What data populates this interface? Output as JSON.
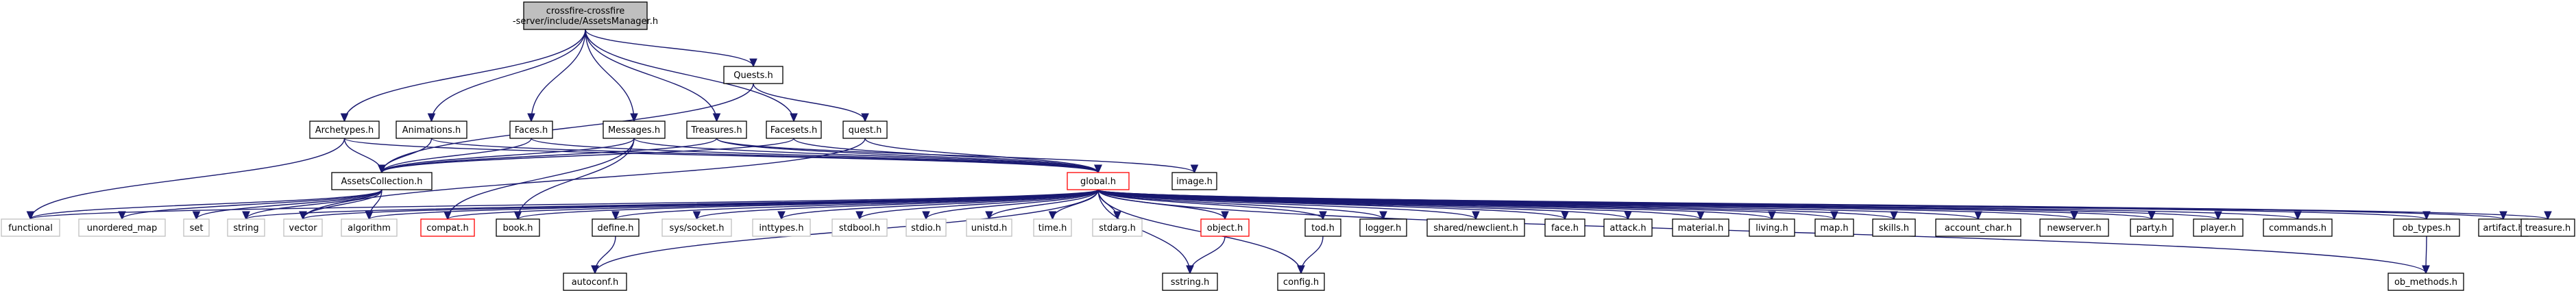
{
  "graph": {
    "nodes": [
      {
        "id": "root",
        "label": [
          "crossfire-crossfire",
          "-server/include/AssetsManager.h"
        ],
        "style": "root"
      },
      {
        "id": "quests",
        "label": [
          "Quests.h"
        ],
        "style": "normal"
      },
      {
        "id": "archetypes",
        "label": [
          "Archetypes.h"
        ],
        "style": "normal"
      },
      {
        "id": "animations",
        "label": [
          "Animations.h"
        ],
        "style": "normal"
      },
      {
        "id": "faces",
        "label": [
          "Faces.h"
        ],
        "style": "normal"
      },
      {
        "id": "messages",
        "label": [
          "Messages.h"
        ],
        "style": "normal"
      },
      {
        "id": "treasures",
        "label": [
          "Treasures.h"
        ],
        "style": "normal"
      },
      {
        "id": "facesets",
        "label": [
          "Facesets.h"
        ],
        "style": "normal"
      },
      {
        "id": "quest",
        "label": [
          "quest.h"
        ],
        "style": "normal"
      },
      {
        "id": "image",
        "label": [
          "image.h"
        ],
        "style": "normal"
      },
      {
        "id": "assetscollection",
        "label": [
          "AssetsCollection.h"
        ],
        "style": "normal"
      },
      {
        "id": "global",
        "label": [
          "global.h"
        ],
        "style": "red"
      },
      {
        "id": "functional",
        "label": [
          "functional"
        ],
        "style": "system"
      },
      {
        "id": "unordered_map",
        "label": [
          "unordered_map"
        ],
        "style": "system"
      },
      {
        "id": "set",
        "label": [
          "set"
        ],
        "style": "system"
      },
      {
        "id": "string",
        "label": [
          "string"
        ],
        "style": "system"
      },
      {
        "id": "vector",
        "label": [
          "vector"
        ],
        "style": "system"
      },
      {
        "id": "algorithm",
        "label": [
          "algorithm"
        ],
        "style": "system"
      },
      {
        "id": "compat",
        "label": [
          "compat.h"
        ],
        "style": "red"
      },
      {
        "id": "book",
        "label": [
          "book.h"
        ],
        "style": "normal"
      },
      {
        "id": "define",
        "label": [
          "define.h"
        ],
        "style": "normal"
      },
      {
        "id": "syssocket",
        "label": [
          "sys/socket.h"
        ],
        "style": "system"
      },
      {
        "id": "inttypes",
        "label": [
          "inttypes.h"
        ],
        "style": "system"
      },
      {
        "id": "stdbool",
        "label": [
          "stdbool.h"
        ],
        "style": "system"
      },
      {
        "id": "stdio",
        "label": [
          "stdio.h"
        ],
        "style": "system"
      },
      {
        "id": "unistd",
        "label": [
          "unistd.h"
        ],
        "style": "system"
      },
      {
        "id": "time",
        "label": [
          "time.h"
        ],
        "style": "system"
      },
      {
        "id": "stdarg",
        "label": [
          "stdarg.h"
        ],
        "style": "system"
      },
      {
        "id": "object",
        "label": [
          "object.h"
        ],
        "style": "red"
      },
      {
        "id": "tod",
        "label": [
          "tod.h"
        ],
        "style": "normal"
      },
      {
        "id": "logger",
        "label": [
          "logger.h"
        ],
        "style": "normal"
      },
      {
        "id": "newclient",
        "label": [
          "shared/newclient.h"
        ],
        "style": "normal"
      },
      {
        "id": "face",
        "label": [
          "face.h"
        ],
        "style": "normal"
      },
      {
        "id": "attack",
        "label": [
          "attack.h"
        ],
        "style": "normal"
      },
      {
        "id": "material",
        "label": [
          "material.h"
        ],
        "style": "normal"
      },
      {
        "id": "living",
        "label": [
          "living.h"
        ],
        "style": "normal"
      },
      {
        "id": "map",
        "label": [
          "map.h"
        ],
        "style": "normal"
      },
      {
        "id": "skills",
        "label": [
          "skills.h"
        ],
        "style": "normal"
      },
      {
        "id": "account_char",
        "label": [
          "account_char.h"
        ],
        "style": "normal"
      },
      {
        "id": "newserver",
        "label": [
          "newserver.h"
        ],
        "style": "normal"
      },
      {
        "id": "party",
        "label": [
          "party.h"
        ],
        "style": "normal"
      },
      {
        "id": "player",
        "label": [
          "player.h"
        ],
        "style": "normal"
      },
      {
        "id": "commands",
        "label": [
          "commands.h"
        ],
        "style": "normal"
      },
      {
        "id": "ob_types",
        "label": [
          "ob_types.h"
        ],
        "style": "normal"
      },
      {
        "id": "artifact",
        "label": [
          "artifact.h"
        ],
        "style": "normal"
      },
      {
        "id": "treasure",
        "label": [
          "treasure.h"
        ],
        "style": "normal"
      },
      {
        "id": "autoconf",
        "label": [
          "autoconf.h"
        ],
        "style": "normal"
      },
      {
        "id": "sstring",
        "label": [
          "sstring.h"
        ],
        "style": "normal"
      },
      {
        "id": "config",
        "label": [
          "config.h"
        ],
        "style": "normal"
      },
      {
        "id": "ob_methods",
        "label": [
          "ob_methods.h"
        ],
        "style": "normal"
      }
    ],
    "edges": [
      [
        "root",
        "quests"
      ],
      [
        "root",
        "archetypes"
      ],
      [
        "root",
        "animations"
      ],
      [
        "root",
        "faces"
      ],
      [
        "root",
        "messages"
      ],
      [
        "root",
        "treasures"
      ],
      [
        "root",
        "facesets"
      ],
      [
        "quests",
        "quest"
      ],
      [
        "quests",
        "assetscollection"
      ],
      [
        "archetypes",
        "assetscollection"
      ],
      [
        "archetypes",
        "global"
      ],
      [
        "archetypes",
        "functional"
      ],
      [
        "animations",
        "assetscollection"
      ],
      [
        "animations",
        "global"
      ],
      [
        "faces",
        "assetscollection"
      ],
      [
        "faces",
        "global"
      ],
      [
        "messages",
        "assetscollection"
      ],
      [
        "messages",
        "global"
      ],
      [
        "messages",
        "compat"
      ],
      [
        "messages",
        "book"
      ],
      [
        "treasures",
        "assetscollection"
      ],
      [
        "treasures",
        "global"
      ],
      [
        "treasures",
        "image"
      ],
      [
        "facesets",
        "assetscollection"
      ],
      [
        "facesets",
        "global"
      ],
      [
        "quest",
        "global"
      ],
      [
        "quest",
        "vector"
      ],
      [
        "assetscollection",
        "functional"
      ],
      [
        "assetscollection",
        "unordered_map"
      ],
      [
        "assetscollection",
        "set"
      ],
      [
        "assetscollection",
        "string"
      ],
      [
        "assetscollection",
        "vector"
      ],
      [
        "assetscollection",
        "algorithm"
      ],
      [
        "global",
        "functional"
      ],
      [
        "global",
        "string"
      ],
      [
        "global",
        "vector"
      ],
      [
        "global",
        "algorithm"
      ],
      [
        "global",
        "compat"
      ],
      [
        "global",
        "book"
      ],
      [
        "global",
        "define"
      ],
      [
        "global",
        "syssocket"
      ],
      [
        "global",
        "inttypes"
      ],
      [
        "global",
        "stdbool"
      ],
      [
        "global",
        "stdio"
      ],
      [
        "global",
        "unistd"
      ],
      [
        "global",
        "time"
      ],
      [
        "global",
        "stdarg"
      ],
      [
        "global",
        "object"
      ],
      [
        "global",
        "sstring"
      ],
      [
        "global",
        "tod"
      ],
      [
        "global",
        "config"
      ],
      [
        "global",
        "logger"
      ],
      [
        "global",
        "newclient"
      ],
      [
        "global",
        "face"
      ],
      [
        "global",
        "attack"
      ],
      [
        "global",
        "material"
      ],
      [
        "global",
        "living"
      ],
      [
        "global",
        "map"
      ],
      [
        "global",
        "skills"
      ],
      [
        "global",
        "account_char"
      ],
      [
        "global",
        "newserver"
      ],
      [
        "global",
        "party"
      ],
      [
        "global",
        "player"
      ],
      [
        "global",
        "commands"
      ],
      [
        "global",
        "ob_types"
      ],
      [
        "global",
        "artifact"
      ],
      [
        "global",
        "treasure"
      ],
      [
        "global",
        "ob_methods"
      ],
      [
        "global",
        "autoconf"
      ],
      [
        "define",
        "autoconf"
      ],
      [
        "object",
        "sstring"
      ],
      [
        "tod",
        "config"
      ],
      [
        "ob_types",
        "ob_methods"
      ]
    ]
  }
}
